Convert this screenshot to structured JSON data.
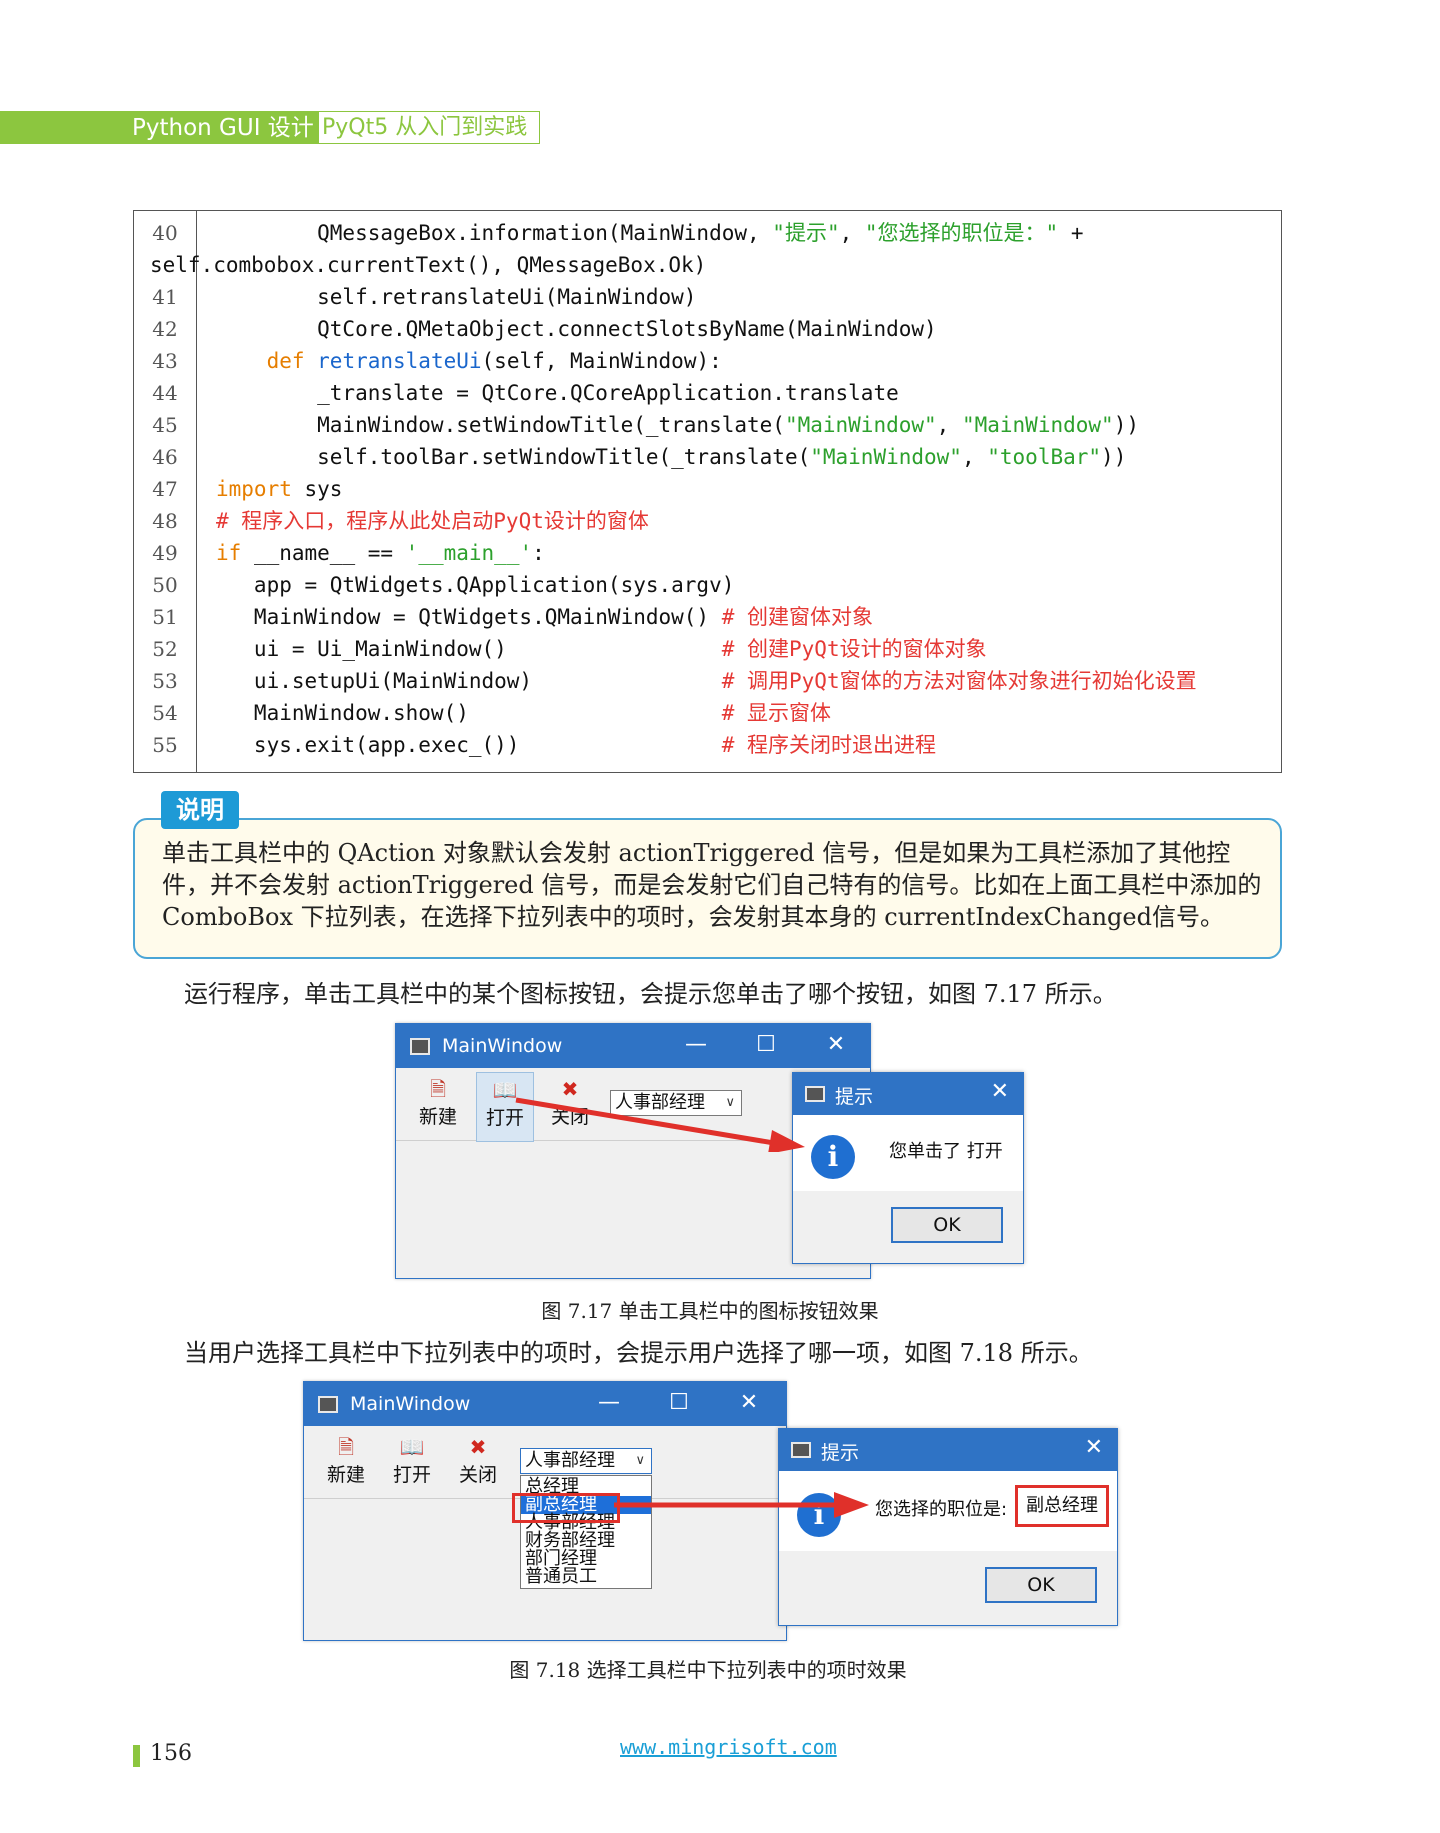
{
  "header": {
    "title": "Python GUI 设计",
    "subtitle": "PyQt5 从入门到实践"
  },
  "code": [
    {
      "n": "40",
      "parts": [
        [
          "",
          "        QMessageBox.information(MainWindow, "
        ],
        [
          "str",
          "\"提示\""
        ],
        [
          "",
          ", "
        ],
        [
          "str",
          "\"您选择的职位是：\""
        ],
        [
          "",
          " +"
        ]
      ]
    },
    {
      "n": "",
      "parts": [
        [
          "",
          "self.combobox.currentText(), QMessageBox.Ok)"
        ]
      ],
      "cont": true
    },
    {
      "n": "41",
      "parts": [
        [
          "",
          "        self.retranslateUi(MainWindow)"
        ]
      ]
    },
    {
      "n": "42",
      "parts": [
        [
          "",
          "        QtCore.QMetaObject.connectSlotsByName(MainWindow)"
        ]
      ]
    },
    {
      "n": "43",
      "parts": [
        [
          "",
          "    "
        ],
        [
          "kw",
          "def "
        ],
        [
          "fn",
          "retranslateUi"
        ],
        [
          "",
          "(self, MainWindow):"
        ]
      ]
    },
    {
      "n": "44",
      "parts": [
        [
          "",
          "        _translate = QtCore.QCoreApplication.translate"
        ]
      ]
    },
    {
      "n": "45",
      "parts": [
        [
          "",
          "        MainWindow.setWindowTitle(_translate("
        ],
        [
          "str",
          "\"MainWindow\""
        ],
        [
          "",
          ", "
        ],
        [
          "str",
          "\"MainWindow\""
        ],
        [
          "",
          "))"
        ]
      ]
    },
    {
      "n": "46",
      "parts": [
        [
          "",
          "        self.toolBar.setWindowTitle(_translate("
        ],
        [
          "str",
          "\"MainWindow\""
        ],
        [
          "",
          ", "
        ],
        [
          "str",
          "\"toolBar\""
        ],
        [
          "",
          "))"
        ]
      ]
    },
    {
      "n": "47",
      "parts": [
        [
          "kw",
          "import"
        ],
        [
          "",
          " sys"
        ]
      ]
    },
    {
      "n": "48",
      "parts": [
        [
          "cm",
          "# 程序入口，程序从此处启动PyQt设计的窗体"
        ]
      ]
    },
    {
      "n": "49",
      "parts": [
        [
          "kw",
          "if"
        ],
        [
          "",
          " __name__ == "
        ],
        [
          "str",
          "'__main__'"
        ],
        [
          "",
          ":"
        ]
      ]
    },
    {
      "n": "50",
      "parts": [
        [
          "",
          "   app = QtWidgets.QApplication(sys.argv)"
        ]
      ]
    },
    {
      "n": "51",
      "parts": [
        [
          "",
          "   MainWindow = QtWidgets.QMainWindow() "
        ],
        [
          "cm",
          "# 创建窗体对象"
        ]
      ]
    },
    {
      "n": "52",
      "parts": [
        [
          "",
          "   ui = Ui_MainWindow()                 "
        ],
        [
          "cm",
          "# 创建PyQt设计的窗体对象"
        ]
      ]
    },
    {
      "n": "53",
      "parts": [
        [
          "",
          "   ui.setupUi(MainWindow)               "
        ],
        [
          "cm",
          "# 调用PyQt窗体的方法对窗体对象进行初始化设置"
        ]
      ]
    },
    {
      "n": "54",
      "parts": [
        [
          "",
          "   MainWindow.show()                    "
        ],
        [
          "cm",
          "# 显示窗体"
        ]
      ]
    },
    {
      "n": "55",
      "parts": [
        [
          "",
          "   sys.exit(app.exec_())                "
        ],
        [
          "cm",
          "# 程序关闭时退出进程"
        ]
      ]
    }
  ],
  "note": {
    "tag": "说明",
    "text": "单击工具栏中的 QAction 对象默认会发射 actionTriggered 信号，但是如果为工具栏添加了其他控件，并不会发射 actionTriggered 信号，而是会发射它们自己特有的信号。比如在上面工具栏中添加的 ComboBox 下拉列表，在选择下拉列表中的项时，会发射其本身的 currentIndexChanged信号。"
  },
  "para1": "运行程序，单击工具栏中的某个图标按钮，会提示您单击了哪个按钮，如图 7.17 所示。",
  "fig1": {
    "window_title": "MainWindow",
    "tools": [
      {
        "label": "新建",
        "icon": "new-file-icon"
      },
      {
        "label": "打开",
        "icon": "open-book-icon"
      },
      {
        "label": "关闭",
        "icon": "close-x-icon"
      }
    ],
    "combo_value": "人事部经理",
    "dialog_title": "提示",
    "dialog_msg": "您单击了 打开",
    "ok": "OK",
    "caption": "图 7.17  单击工具栏中的图标按钮效果"
  },
  "para2": "当用户选择工具栏中下拉列表中的项时，会提示用户选择了哪一项，如图 7.18 所示。",
  "fig2": {
    "window_title": "MainWindow",
    "tools": [
      {
        "label": "新建",
        "icon": "new-file-icon"
      },
      {
        "label": "打开",
        "icon": "open-book-icon"
      },
      {
        "label": "关闭",
        "icon": "close-x-icon"
      }
    ],
    "combo_value": "人事部经理",
    "options": [
      "总经理",
      "副总经理",
      "人事部经理",
      "财务部经理",
      "部门经理",
      "普通员工"
    ],
    "selected_option": "副总经理",
    "dialog_title": "提示",
    "dialog_msg": "您选择的职位是:",
    "dialog_value": "副总经理",
    "ok": "OK",
    "caption": "图 7.18  选择工具栏中下拉列表中的项时效果"
  },
  "footer": {
    "page": "156",
    "url": "www.mingrisoft.com"
  },
  "colors": {
    "accent_green": "#8cc63f",
    "title_blue": "#2f73c5",
    "highlight_red": "#e0302a"
  }
}
